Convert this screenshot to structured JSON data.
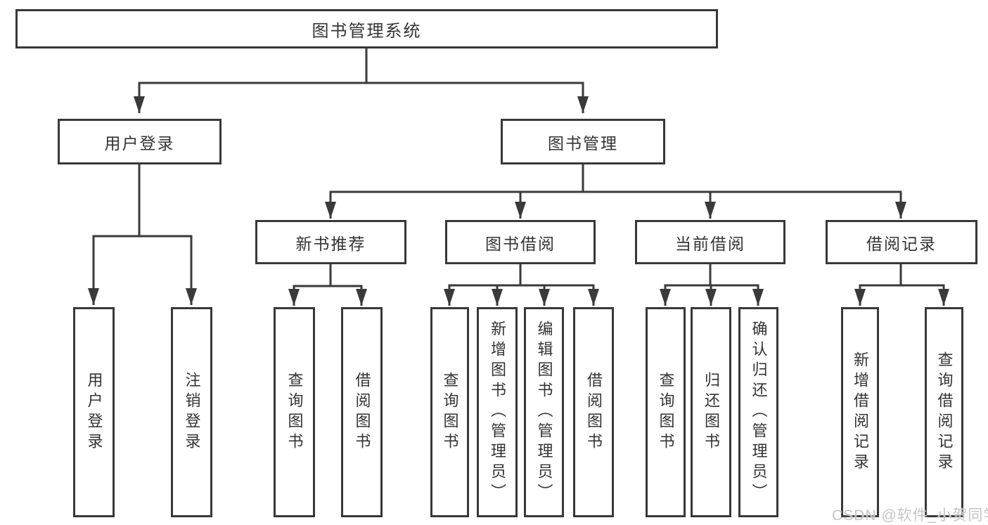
{
  "diagram": {
    "root": {
      "label": "图书管理系统"
    },
    "user_branch": {
      "label": "用户登录",
      "leaves": [
        {
          "label": "用户登录"
        },
        {
          "label": "注销登录"
        }
      ]
    },
    "mgmt_branch": {
      "label": "图书管理",
      "sections": [
        {
          "label": "新书推荐",
          "leaves": [
            {
              "label": "查询图书"
            },
            {
              "label": "借阅图书"
            }
          ]
        },
        {
          "label": "图书借阅",
          "leaves": [
            {
              "label": "查询图书"
            },
            {
              "label": "新增图书（管理员）"
            },
            {
              "label": "编辑图书（管理员）"
            },
            {
              "label": "借阅图书"
            }
          ]
        },
        {
          "label": "当前借阅",
          "leaves": [
            {
              "label": "查询图书"
            },
            {
              "label": "归还图书"
            },
            {
              "label": "确认归还（管理员）"
            }
          ]
        },
        {
          "label": "借阅记录",
          "leaves": [
            {
              "label": "新增借阅记录"
            },
            {
              "label": "查询借阅记录"
            }
          ]
        }
      ]
    },
    "watermark": "CSDN @软件_小贺同学",
    "colors": {
      "line": "#3a3a3a",
      "border": "#383838",
      "text": "#333333",
      "watermark": "#c4c4c4",
      "background": "#ffffff"
    }
  }
}
